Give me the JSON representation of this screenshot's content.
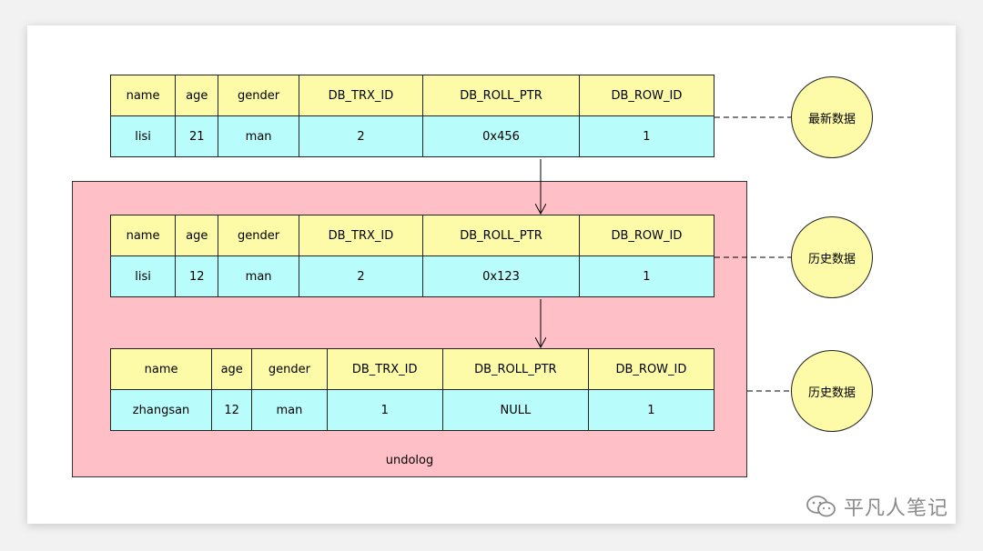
{
  "columns": [
    "name",
    "age",
    "gender",
    "DB_TRX_ID",
    "DB_ROLL_PTR",
    "DB_ROW_ID"
  ],
  "records": [
    {
      "values": [
        "lisi",
        "21",
        "man",
        "2",
        "0x456",
        "1"
      ],
      "label": "最新数据"
    },
    {
      "values": [
        "lisi",
        "12",
        "man",
        "2",
        "0x123",
        "1"
      ],
      "label": "历史数据"
    },
    {
      "values": [
        "zhangsan",
        "12",
        "man",
        "1",
        "NULL",
        "1"
      ],
      "label": "历史数据"
    }
  ],
  "undolog_label": "undolog",
  "watermark_text": "平凡人笔记",
  "colors": {
    "header_fill": "#fdfaa8",
    "row_fill": "#b8fcfc",
    "undolog_fill": "#ffbfc6",
    "circle_fill": "#fdfaa8"
  }
}
